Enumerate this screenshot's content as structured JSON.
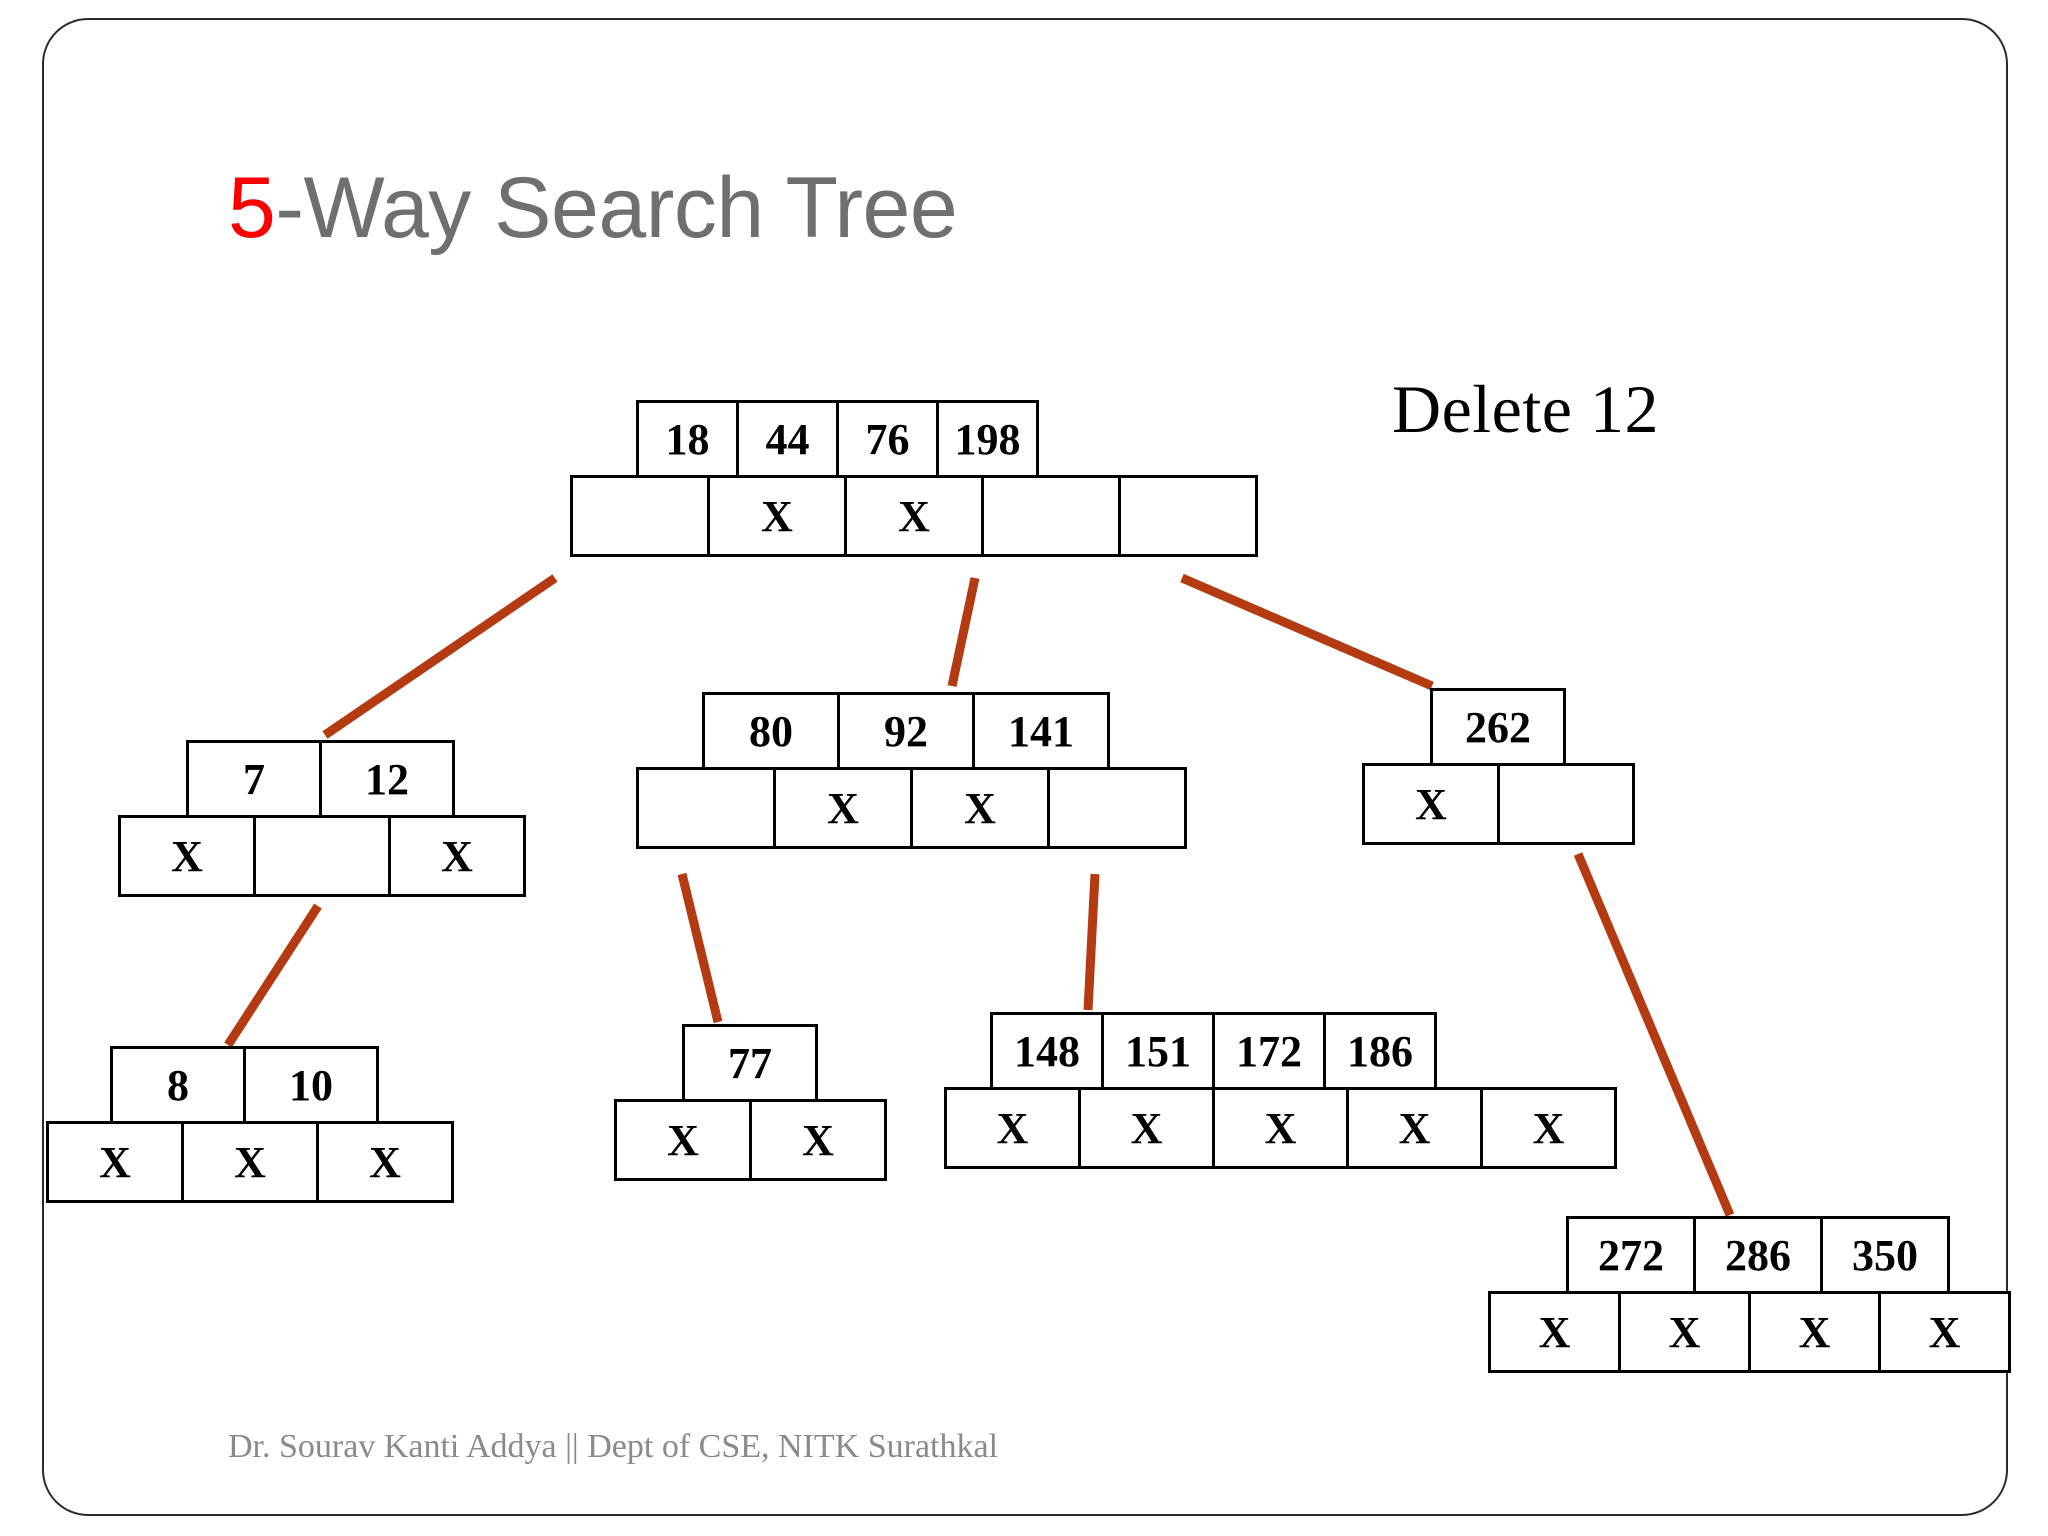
{
  "slide": {
    "title": {
      "accent": "5",
      "rest": "-Way Search Tree"
    },
    "annotation": "Delete 12",
    "footer": "Dr. Sourav Kanti Addya || Dept of CSE, NITK Surathkal",
    "colors": {
      "title_accent": "#fc0000",
      "title_text": "#6f6f6e",
      "node_border": "#000000",
      "connector": "#b33a11",
      "footer_text": "#8a8a8a",
      "frame_border": "#2b2b2b",
      "background": "#ffffff"
    }
  },
  "tree": {
    "order": 5,
    "empty_marker": "X",
    "nodes": [
      {
        "id": "root",
        "keys": [
          "18",
          "44",
          "76",
          "198"
        ],
        "pointers": [
          "",
          "X",
          "X",
          "",
          ""
        ]
      },
      {
        "id": "n-7-12",
        "keys": [
          "7",
          "12"
        ],
        "pointers": [
          "X",
          "",
          "X"
        ]
      },
      {
        "id": "n-80-92-141",
        "keys": [
          "80",
          "92",
          "141"
        ],
        "pointers": [
          "",
          "X",
          "X",
          ""
        ]
      },
      {
        "id": "n-262",
        "keys": [
          "262"
        ],
        "pointers": [
          "X",
          ""
        ]
      },
      {
        "id": "n-8-10",
        "keys": [
          "8",
          "10"
        ],
        "pointers": [
          "X",
          "X",
          "X"
        ]
      },
      {
        "id": "n-77",
        "keys": [
          "77"
        ],
        "pointers": [
          "X",
          "X"
        ]
      },
      {
        "id": "n-148-151-172-186",
        "keys": [
          "148",
          "151",
          "172",
          "186"
        ],
        "pointers": [
          "X",
          "X",
          "X",
          "X",
          "X"
        ]
      },
      {
        "id": "n-272-286-350",
        "keys": [
          "272",
          "286",
          "350"
        ],
        "pointers": [
          "X",
          "X",
          "X",
          "X"
        ]
      }
    ],
    "edges": [
      {
        "from": "root",
        "from_pointer_index": 0,
        "to": "n-7-12"
      },
      {
        "from": "root",
        "from_pointer_index": 3,
        "to": "n-80-92-141"
      },
      {
        "from": "root",
        "from_pointer_index": 4,
        "to": "n-262"
      },
      {
        "from": "n-7-12",
        "from_pointer_index": 1,
        "to": "n-8-10"
      },
      {
        "from": "n-80-92-141",
        "from_pointer_index": 0,
        "to": "n-77"
      },
      {
        "from": "n-80-92-141",
        "from_pointer_index": 3,
        "to": "n-148-151-172-186"
      },
      {
        "from": "n-262",
        "from_pointer_index": 1,
        "to": "n-272-286-350"
      }
    ]
  }
}
